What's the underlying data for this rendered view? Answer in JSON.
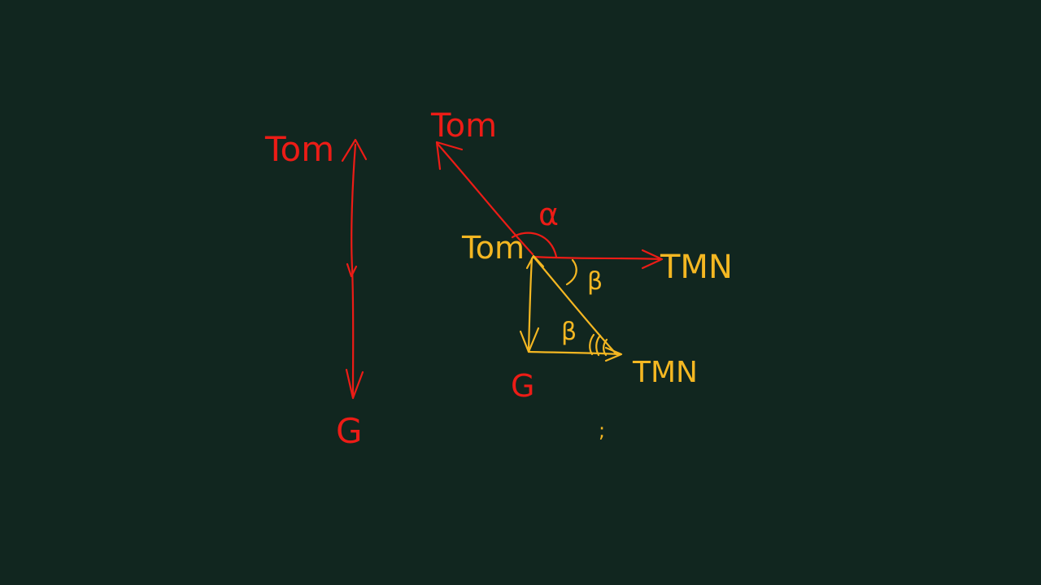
{
  "colors": {
    "background": "#11261f",
    "red": "#ec1c16",
    "yellow": "#f4b722"
  },
  "labels": {
    "left_top": "Tom",
    "left_bottom": "G",
    "diag_top": "Tom",
    "center_tom": "Tom",
    "right_tmn": "TMN",
    "alpha": "α",
    "beta_upper": "β",
    "beta_lower": "β",
    "triangle_tmn": "TMN",
    "triangle_g": "G",
    "stray_mark": ";"
  }
}
